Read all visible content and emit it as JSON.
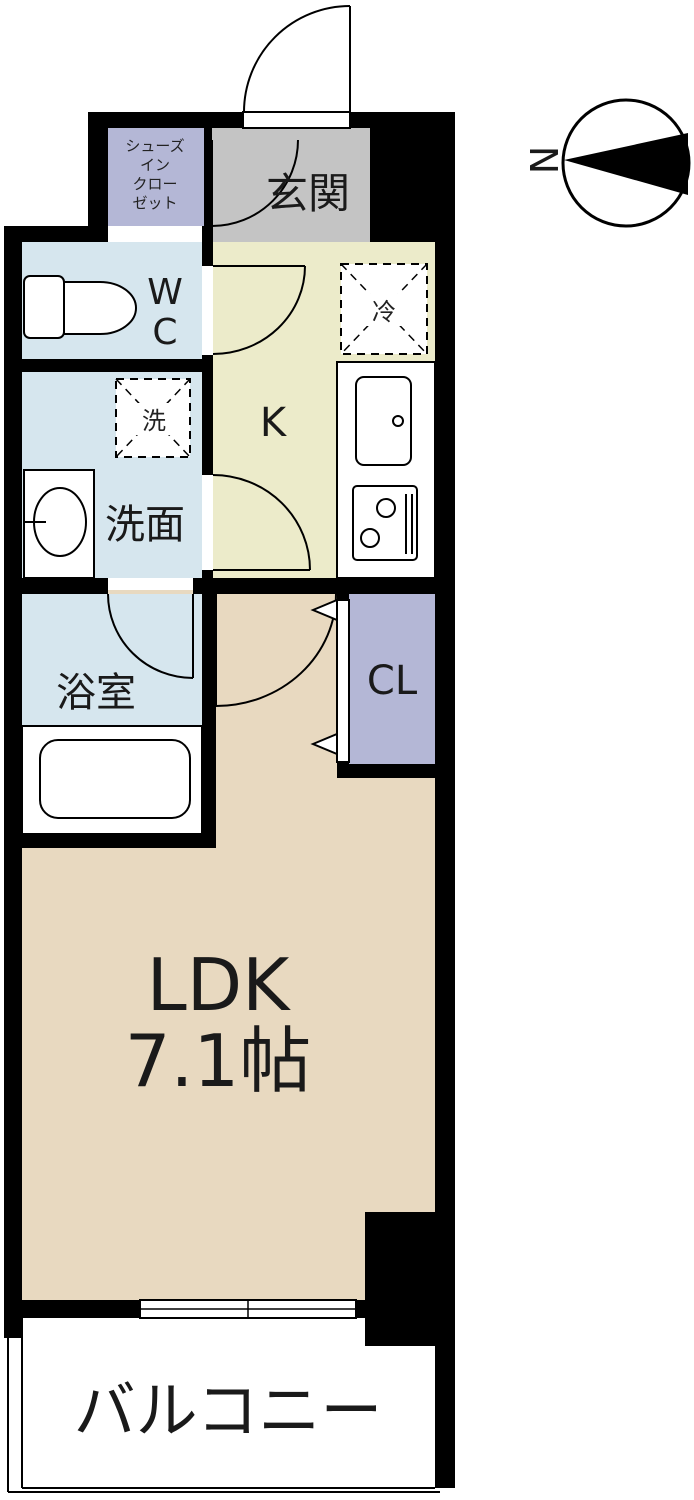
{
  "compass": {
    "north_label": "N"
  },
  "rooms": {
    "shoe_closet": {
      "lines": [
        "シューズ",
        "イン",
        "クロー",
        "ゼット"
      ]
    },
    "entrance": {
      "label": "玄関"
    },
    "wc": {
      "line1": "W",
      "line2": "C"
    },
    "kitchen": {
      "label": "K"
    },
    "washroom": {
      "label": "洗面"
    },
    "bathroom": {
      "label": "浴室"
    },
    "closet": {
      "label": "CL"
    },
    "ldk": {
      "line1": "LDK",
      "line2": "7.1帖"
    },
    "balcony": {
      "label": "バルコニー"
    }
  },
  "fixtures": {
    "fridge_space": {
      "label": "冷"
    },
    "washer_space": {
      "label": "洗"
    }
  },
  "colors": {
    "wall": "#000000",
    "wet_area": "#d6e6ee",
    "kitchen": "#ecebca",
    "ldk": "#e8d9c0",
    "closet": "#b4b7d6",
    "entrance": "#c4c4c4",
    "balcony": "#ffffff"
  }
}
